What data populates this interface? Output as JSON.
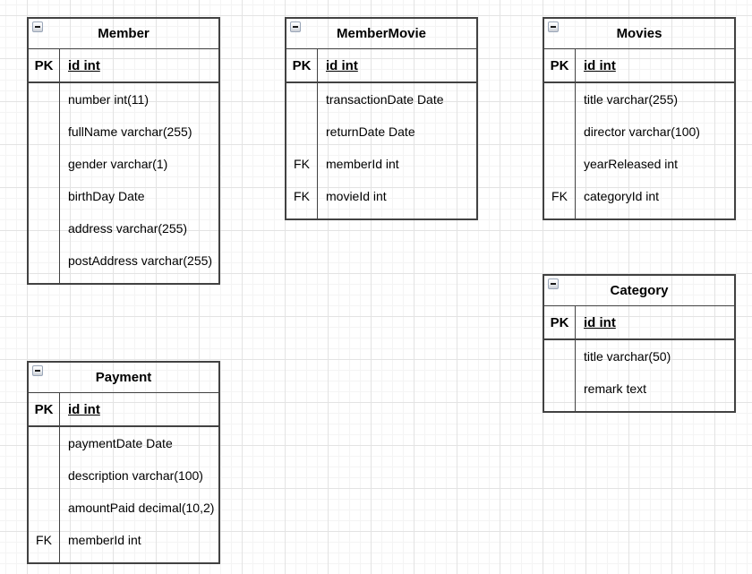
{
  "canvas": {
    "background_color": "#ffffff",
    "grid_minor_color": "#f4f4f4",
    "grid_major_color": "#e3e3e3",
    "table_border_color": "#424242",
    "text_color": "#000000",
    "collapse_icon_glyph": "minus"
  },
  "tables": [
    {
      "name": "Member",
      "rows": [
        {
          "key": "PK",
          "field": "id int",
          "pk": true
        },
        {
          "key": "",
          "field": "number int(11)",
          "pk": false
        },
        {
          "key": "",
          "field": "fullName varchar(255)",
          "pk": false
        },
        {
          "key": "",
          "field": "gender varchar(1)",
          "pk": false
        },
        {
          "key": "",
          "field": "birthDay Date",
          "pk": false
        },
        {
          "key": "",
          "field": "address varchar(255)",
          "pk": false
        },
        {
          "key": "",
          "field": "postAddress varchar(255)",
          "pk": false
        }
      ]
    },
    {
      "name": "MemberMovie",
      "rows": [
        {
          "key": "PK",
          "field": "id int",
          "pk": true
        },
        {
          "key": "",
          "field": "transactionDate Date",
          "pk": false
        },
        {
          "key": "",
          "field": "returnDate Date",
          "pk": false
        },
        {
          "key": "FK",
          "field": "memberId int",
          "pk": false
        },
        {
          "key": "FK",
          "field": "movieId int",
          "pk": false
        }
      ]
    },
    {
      "name": "Movies",
      "rows": [
        {
          "key": "PK",
          "field": "id int",
          "pk": true
        },
        {
          "key": "",
          "field": "title varchar(255)",
          "pk": false
        },
        {
          "key": "",
          "field": "director varchar(100)",
          "pk": false
        },
        {
          "key": "",
          "field": "yearReleased int",
          "pk": false
        },
        {
          "key": "FK",
          "field": "categoryId int",
          "pk": false
        }
      ]
    },
    {
      "name": "Category",
      "rows": [
        {
          "key": "PK",
          "field": "id int",
          "pk": true
        },
        {
          "key": "",
          "field": "title varchar(50)",
          "pk": false
        },
        {
          "key": "",
          "field": "remark text",
          "pk": false
        }
      ]
    },
    {
      "name": "Payment",
      "rows": [
        {
          "key": "PK",
          "field": "id int",
          "pk": true
        },
        {
          "key": "",
          "field": "paymentDate Date",
          "pk": false
        },
        {
          "key": "",
          "field": "description varchar(100)",
          "pk": false
        },
        {
          "key": "",
          "field": "amountPaid decimal(10,2)",
          "pk": false
        },
        {
          "key": "FK",
          "field": "memberId int",
          "pk": false
        }
      ]
    }
  ]
}
